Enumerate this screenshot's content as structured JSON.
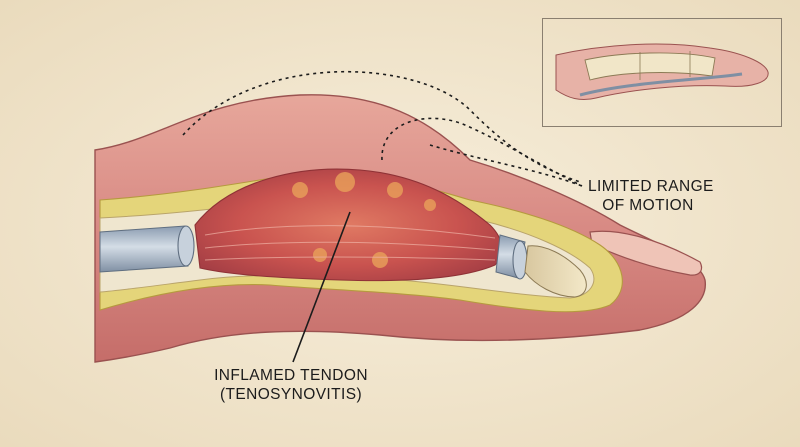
{
  "labels": {
    "limited_range": [
      "LIMITED RANGE",
      "OF MOTION"
    ],
    "inflamed_tendon": [
      "INFLAMED TENDON",
      "(TENOSYNOVITIS)"
    ]
  },
  "colors": {
    "paper": "#f4e9d4",
    "skin": "#d98e88",
    "skin_dark": "#b8615d",
    "inflamed": "#c9534f",
    "fat": "#e4d57a",
    "tendon": "#a9b6c6",
    "bone": "#efe2bf",
    "ink": "#1c1c1c"
  },
  "icons": {
    "main_illustration": "finger-cross-section-icon",
    "inset": "finger-bone-inset-icon"
  }
}
